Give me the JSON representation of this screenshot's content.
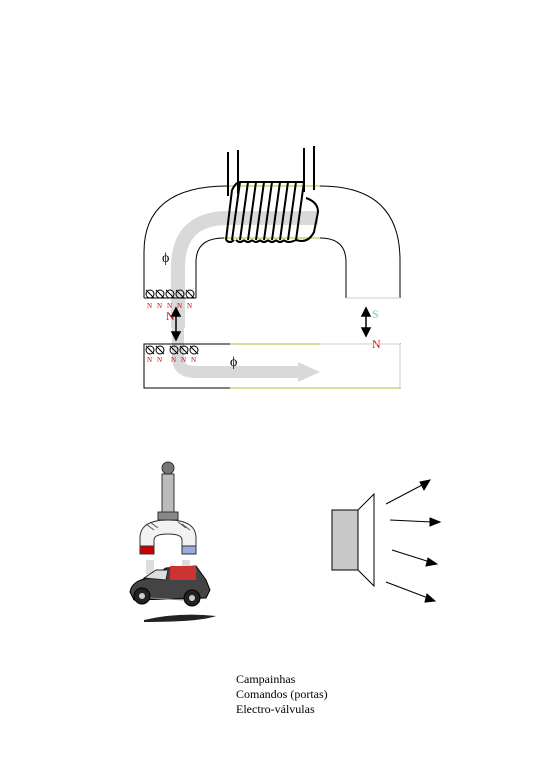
{
  "labels": {
    "phi_symbol": "ϕ",
    "pole_n": "N",
    "pole_s": "S"
  },
  "captions": [
    "Campainhas",
    "Comandos (portas)",
    "Electro-válvulas"
  ],
  "colors": {
    "pole_red": "#cc0000",
    "pole_cyan": "#66cccc",
    "flux_arrow": "#d9d9d9",
    "gap_line": "#99cc33",
    "speaker": "#c8c8c8"
  }
}
